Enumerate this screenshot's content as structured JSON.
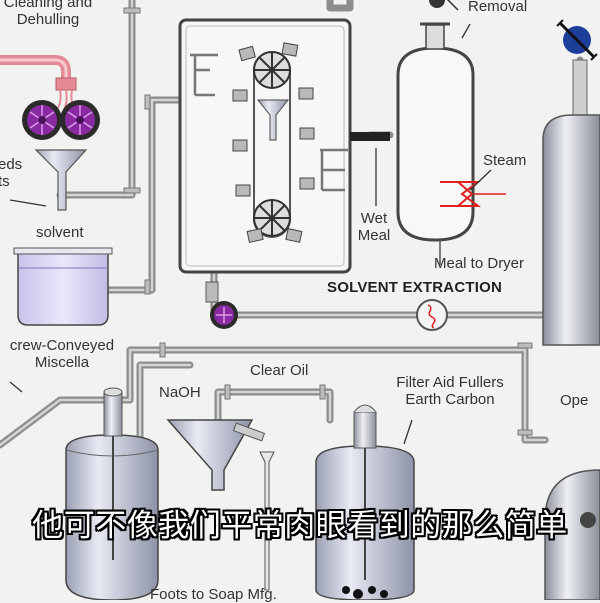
{
  "labels": {
    "cleaning_dehulling": "Cleaning and\nDehulling",
    "removal": "Removal",
    "seeds": "eds\nts",
    "solvent": "solvent",
    "steam": "Steam",
    "wet_meal": "Wet\nMeal",
    "meal_to_dryer": "Meal to Dryer",
    "solvent_extraction": "SOLVENT EXTRACTION",
    "screw_conveyed_miscella": "crew-Conveyed\nMiscella",
    "naoh": "NaOH",
    "clear_oil": "Clear Oil",
    "filter_aid": "Filter Aid Fullers\nEarth Carbon",
    "open": "Ope",
    "foots": "Foots to Soap Mfg."
  },
  "subtitle": "他可不像我们平常肉眼看到的那么简单",
  "colors": {
    "pipe": "#9a9a9a",
    "accent_pink": "#e58b95",
    "pump_purple": "#8a2aa3",
    "steam_red": "#e02020",
    "tank_body": "#c9cde2",
    "liquid": "#d9d3f0"
  }
}
